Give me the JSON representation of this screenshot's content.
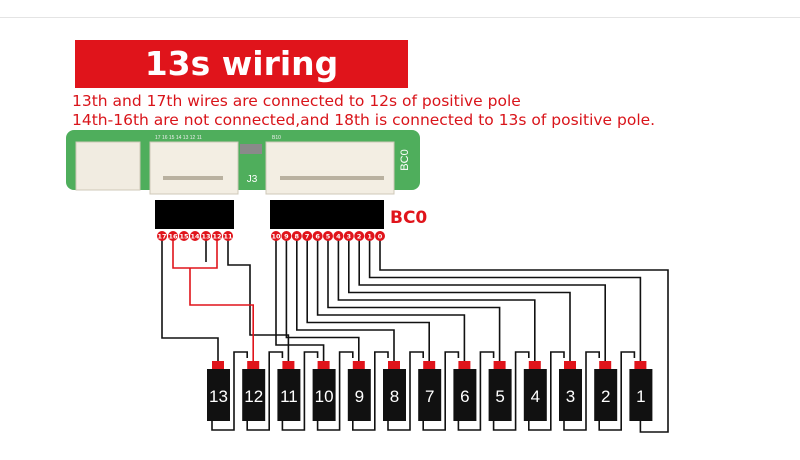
{
  "title": "13s wiring method",
  "notes": [
    "13th and 17th wires are connected to 12s of positive pole",
    "14th-16th are not connected,and 18th is connected to 13s of positive pole."
  ],
  "board": {
    "connector_label": "J3",
    "side_label": "BC0",
    "silk_left": "17 16 15 14 13 12 11",
    "silk_right": "B10"
  },
  "header_label": "BC0",
  "left_pins": [
    "17",
    "16",
    "15",
    "14",
    "13",
    "12",
    "11"
  ],
  "right_pins": [
    "10",
    "9",
    "8",
    "7",
    "6",
    "5",
    "4",
    "3",
    "2",
    "1",
    "0"
  ],
  "cells": [
    "13",
    "12",
    "11",
    "10",
    "9",
    "8",
    "7",
    "6",
    "5",
    "4",
    "3",
    "2",
    "1"
  ],
  "colors": {
    "accent": "#e0141b",
    "board": "#4fae5c",
    "wire": "#111111"
  }
}
